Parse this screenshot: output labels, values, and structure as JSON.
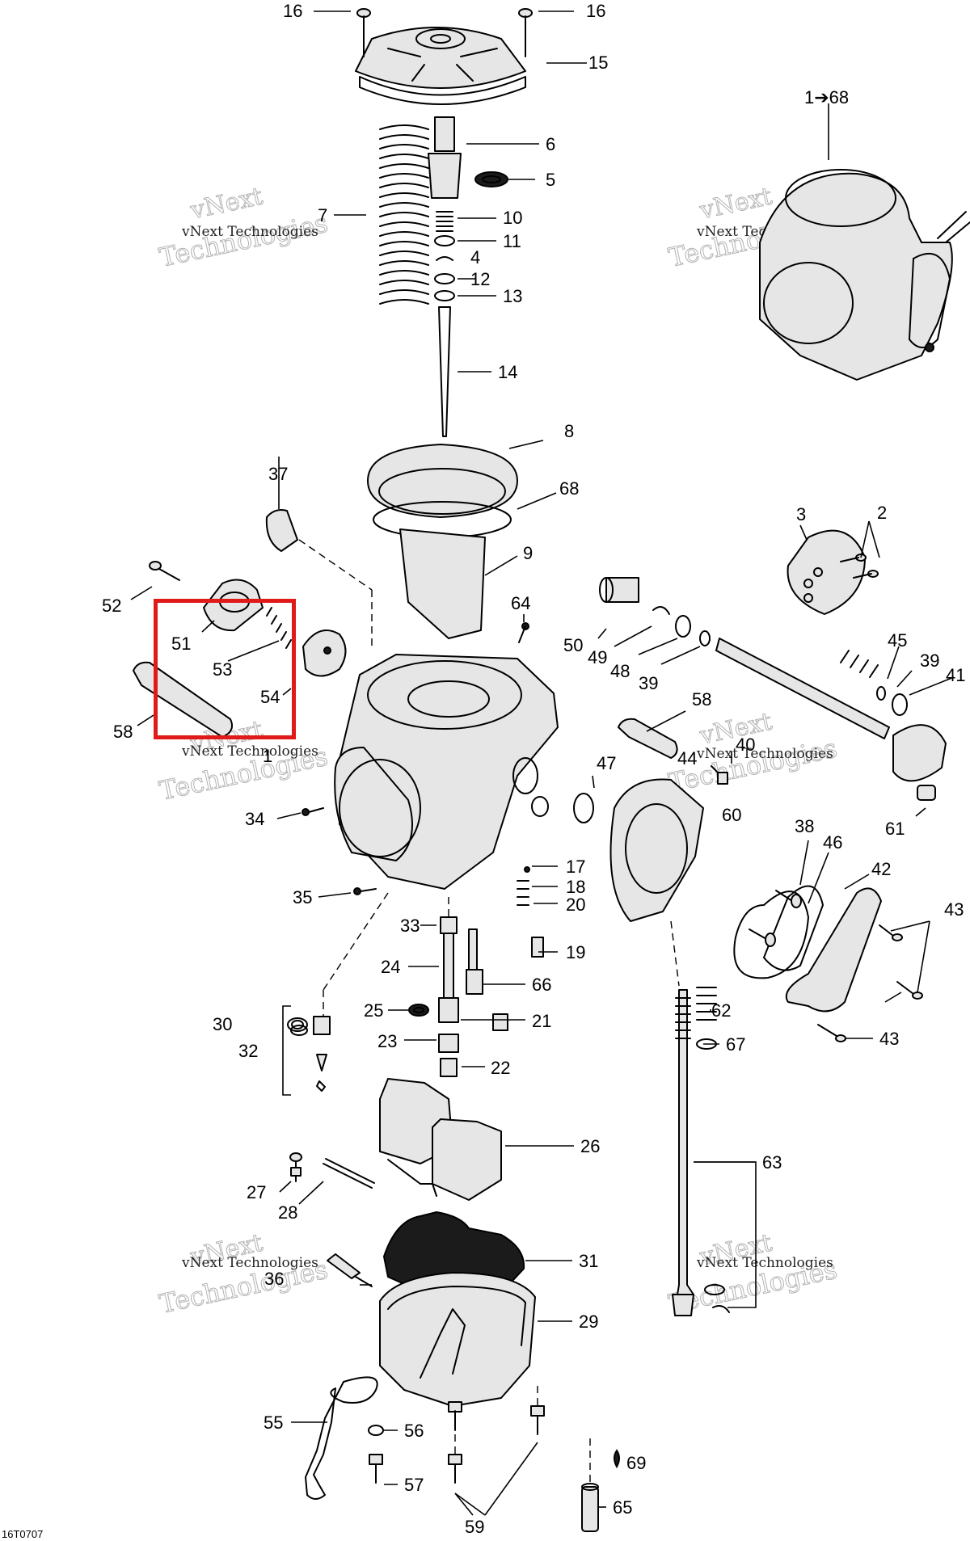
{
  "watermark": {
    "line1": "vNext Technologies",
    "line2": "Technologies",
    "top": "vNext"
  },
  "diagram_code": "16T0707",
  "colors": {
    "highlight": "#e01919",
    "line": "#000000"
  },
  "callouts": {
    "c16a": "16",
    "c16b": "16",
    "c15": "15",
    "c6": "6",
    "c5": "5",
    "c7": "7",
    "c10": "10",
    "c11": "11",
    "c4": "4",
    "c12": "12",
    "c13": "13",
    "c14": "14",
    "c1to68": "1➔68",
    "c8": "8",
    "c68": "68",
    "c37": "37",
    "c9": "9",
    "c3": "3",
    "c2": "2",
    "c52": "52",
    "c51": "51",
    "c53": "53",
    "c54": "54",
    "c58a": "58",
    "c1": "1",
    "c64": "64",
    "c50": "50",
    "c49": "49",
    "c48": "48",
    "c39a": "39",
    "c45": "45",
    "c39b": "39",
    "c41": "41",
    "c58b": "58",
    "c40": "40",
    "c44": "44",
    "c47": "47",
    "c60": "60",
    "c61": "61",
    "c34": "34",
    "c38": "38",
    "c46": "46",
    "c42": "42",
    "c43a": "43",
    "c35": "35",
    "c17": "17",
    "c18": "18",
    "c20": "20",
    "c33": "33",
    "c19": "19",
    "c24": "24",
    "c66": "66",
    "c62": "62",
    "c30": "30",
    "c25": "25",
    "c21": "21",
    "c43b": "43",
    "c32": "32",
    "c23": "23",
    "c67": "67",
    "c22": "22",
    "c26": "26",
    "c63": "63",
    "c27": "27",
    "c28": "28",
    "c36": "36",
    "c31": "31",
    "c29": "29",
    "c55": "55",
    "c56": "56",
    "c69": "69",
    "c57": "57",
    "c65": "65",
    "c59": "59"
  }
}
